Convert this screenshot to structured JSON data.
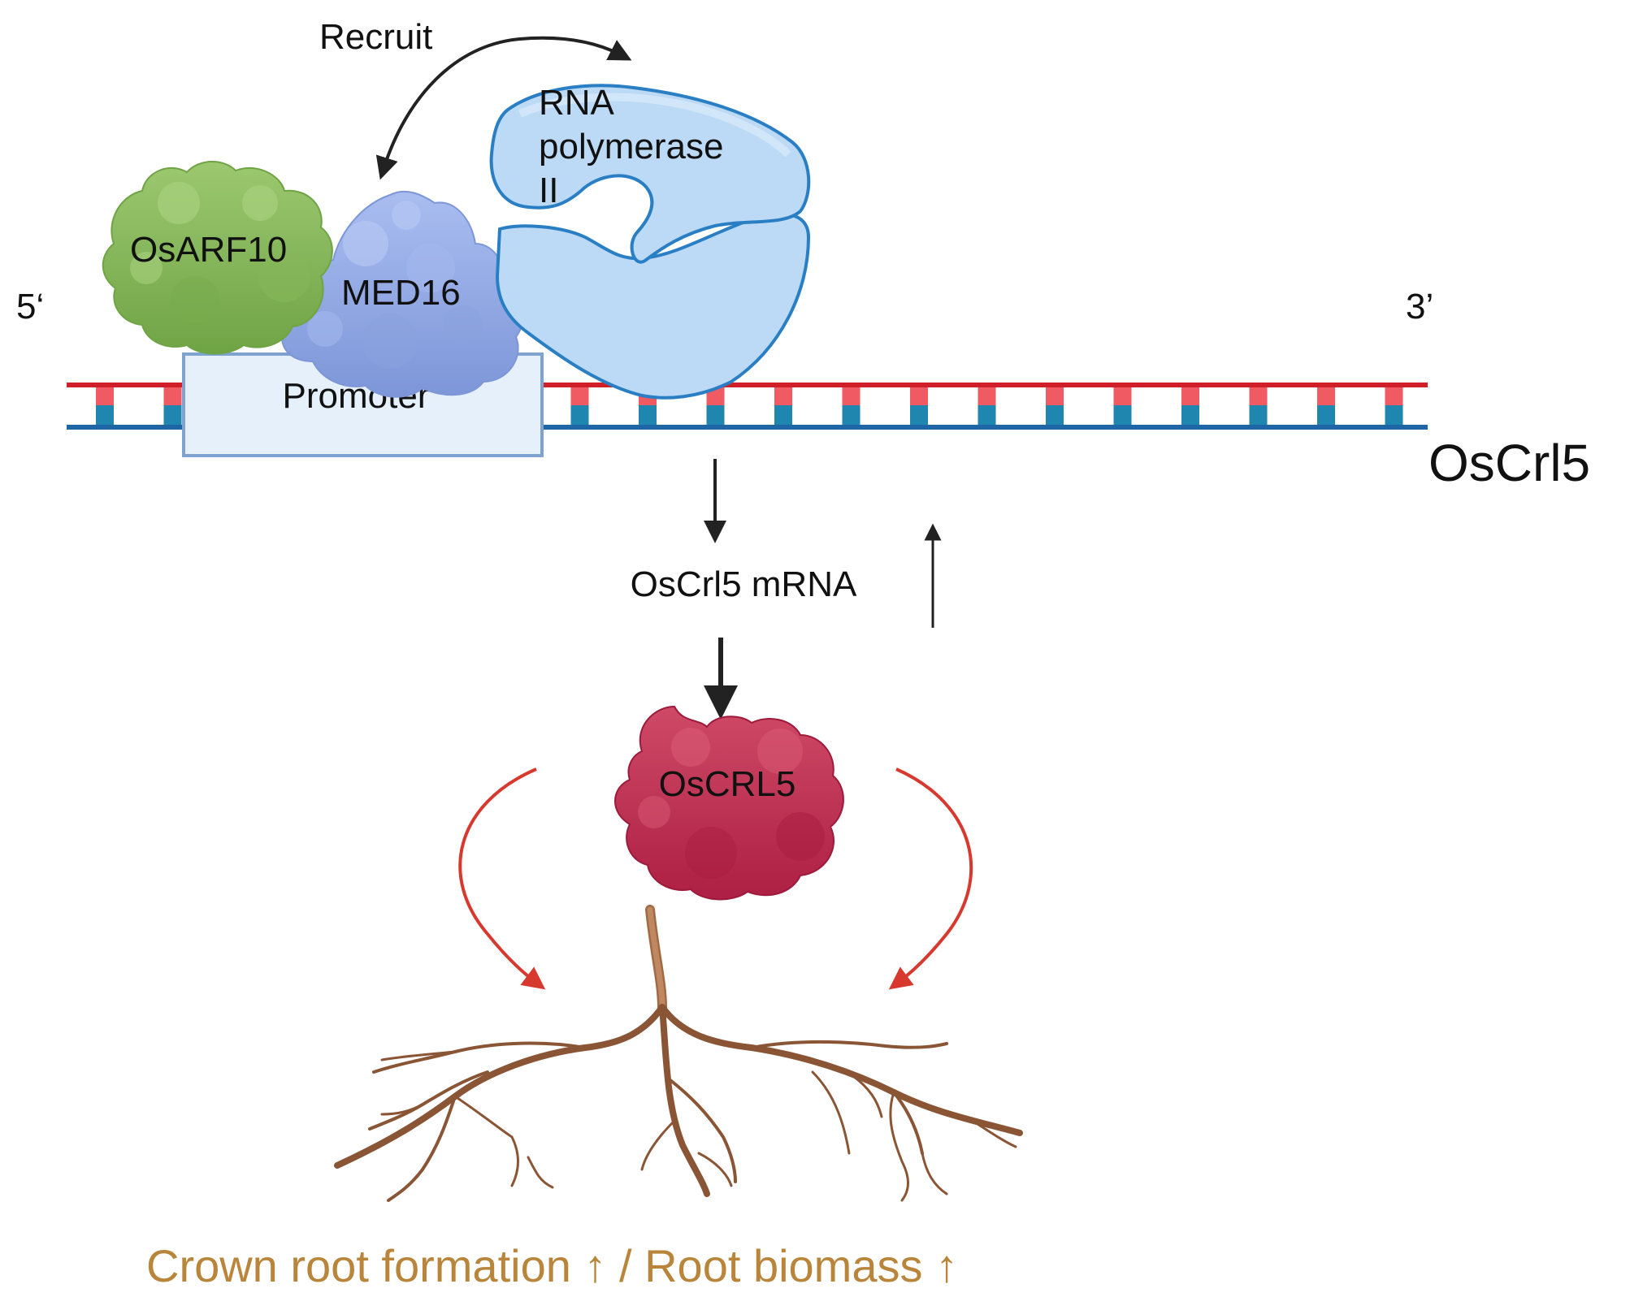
{
  "labels": {
    "recruit": "Recruit",
    "rna_polymerase": [
      "RNA",
      "polymerase",
      "II"
    ],
    "osarf10": "OsARF10",
    "med16": "MED16",
    "five_prime": "5‘",
    "three_prime": "3’",
    "promoter": "Promoter",
    "gene": "OsCrl5",
    "mrna": "OsCrl5 mRNA",
    "protein": "OsCRL5",
    "outcome": "Crown root formation ↑ / Root biomass ↑"
  },
  "colors": {
    "osarf10": "#88b85a",
    "med16": "#93a9e0",
    "rna_polymerase": "#bcd9f5",
    "rna_polymerase_outline": "#2a7fc4",
    "oscrl5_protein": "#c23a58",
    "dna_top_strand": "#d11f2a",
    "dna_bottom_strand": "#1e66a6",
    "promoter_box": "#e6f0fa",
    "promoter_outline": "#7fa3cf",
    "root": "#a06a45",
    "red_arrows": "#d8392e",
    "outcome_text": "#b8853a"
  },
  "icons": {
    "recruit_arrow": "curved-double-arrow-icon",
    "transcription_arrow": "down-arrow-icon",
    "translation_arrow": "down-arrow-icon",
    "feedback_arrow": "up-arrow-icon",
    "root_system": "root-icon"
  }
}
